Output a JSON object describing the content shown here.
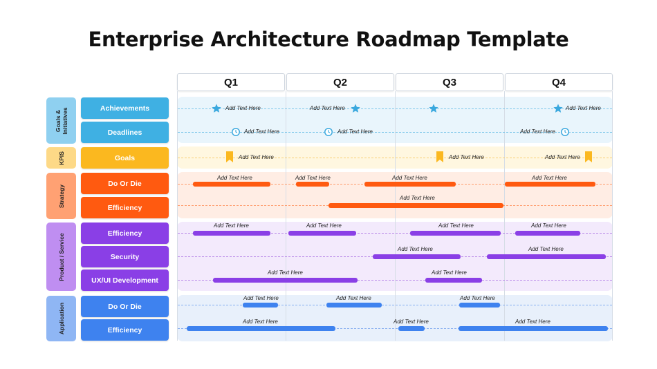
{
  "title": "Enterprise Architecture Roadmap Template",
  "quarters": [
    "Q1",
    "Q2",
    "Q3",
    "Q4"
  ],
  "groups": {
    "goals": "Goals & Initiatives",
    "kpis": "KPIS",
    "strategy": "Strategy",
    "product": "Product / Service",
    "application": "Application"
  },
  "rows": {
    "achievements": "Achievements",
    "deadlines": "Deadlines",
    "goals": "Goals",
    "strategy_do_or_die": "Do Or Die",
    "strategy_efficiency": "Efficiency",
    "product_efficiency": "Efficiency",
    "product_security": "Security",
    "product_ux": "UX/UI Development",
    "app_do_or_die": "Do Or Die",
    "app_efficiency": "Efficiency"
  },
  "item_label": "Add Text Here",
  "colors": {
    "goals_row": "#3fb0e3",
    "kpis_row": "#fbb81f",
    "strategy_row": "#ff5a10",
    "product_row": "#8a3fe6",
    "application_row": "#3e82ef"
  }
}
